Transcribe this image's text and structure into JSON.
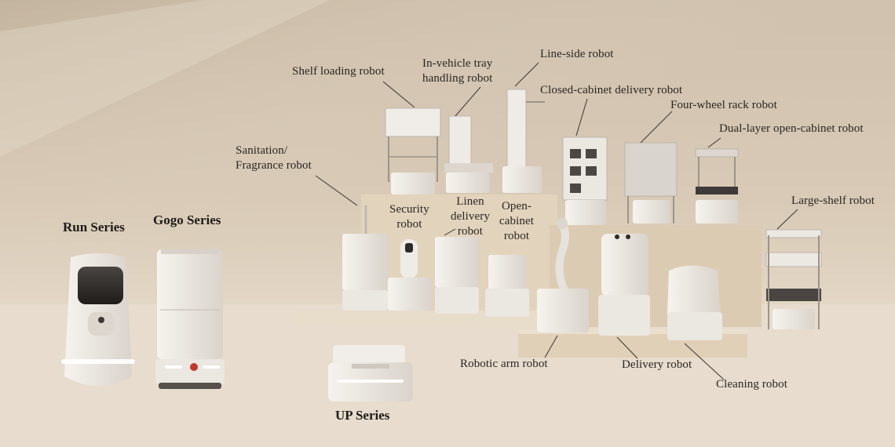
{
  "series": {
    "run": "Run Series",
    "gogo": "Gogo Series",
    "up": "UP Series"
  },
  "labels": {
    "shelf_loading": "Shelf loading robot",
    "in_vehicle_1": "In-vehicle tray",
    "in_vehicle_2": "handling robot",
    "line_side": "Line-side robot",
    "closed_cabinet": "Closed-cabinet delivery robot",
    "four_wheel": "Four-wheel rack robot",
    "dual_layer": "Dual-layer open-cabinet robot",
    "sanitation_1": "Sanitation/",
    "sanitation_2": "Fragrance robot",
    "security_1": "Security",
    "security_2": "robot",
    "linen_1": "Linen",
    "linen_2": "delivery",
    "linen_3": "robot",
    "open_cabinet_1": "Open-",
    "open_cabinet_2": "cabinet",
    "open_cabinet_3": "robot",
    "large_shelf": "Large-shelf robot",
    "robotic_arm": "Robotic arm robot",
    "delivery": "Delivery robot",
    "cleaning": "Cleaning robot"
  },
  "colors": {
    "robot_body": "#eeebe6",
    "robot_shadow": "#c9c3bb",
    "platform": "#e2d3bd",
    "platform_shade": "#cdbca4",
    "leader_line": "#3a3430",
    "base_dark": "#55504b"
  }
}
